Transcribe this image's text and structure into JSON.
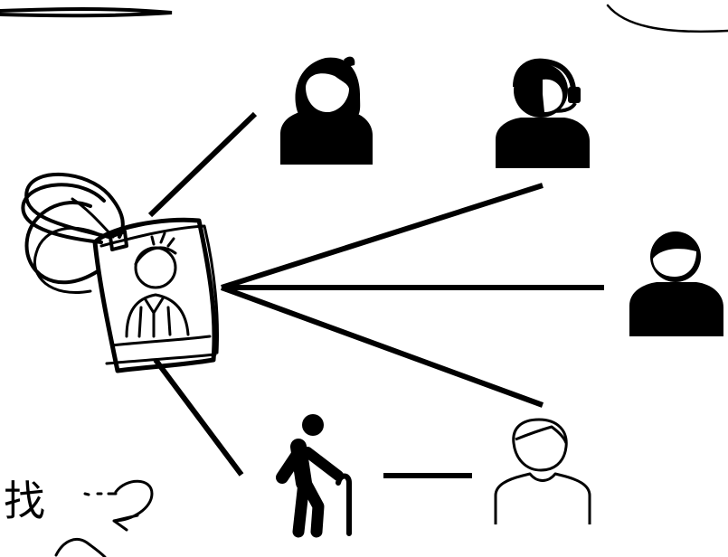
{
  "diagram": {
    "handwritten_text": "找",
    "colors": {
      "ink": "#000000",
      "background": "#ffffff"
    },
    "nodes": [
      {
        "id": "id-badge",
        "icon": "id-badge-icon",
        "role": "center"
      },
      {
        "id": "woman",
        "icon": "woman-avatar-icon"
      },
      {
        "id": "support-agent",
        "icon": "headset-agent-icon"
      },
      {
        "id": "man",
        "icon": "man-avatar-icon"
      },
      {
        "id": "outline-person",
        "icon": "outline-person-icon"
      },
      {
        "id": "elderly-person",
        "icon": "elderly-cane-icon"
      }
    ],
    "edges": [
      {
        "from": "id-badge",
        "to": "woman"
      },
      {
        "from": "id-badge",
        "to": "support-agent"
      },
      {
        "from": "id-badge",
        "to": "man"
      },
      {
        "from": "id-badge",
        "to": "outline-person"
      },
      {
        "from": "id-badge",
        "to": "elderly-person"
      },
      {
        "from": "elderly-person",
        "to": "outline-person"
      }
    ]
  }
}
